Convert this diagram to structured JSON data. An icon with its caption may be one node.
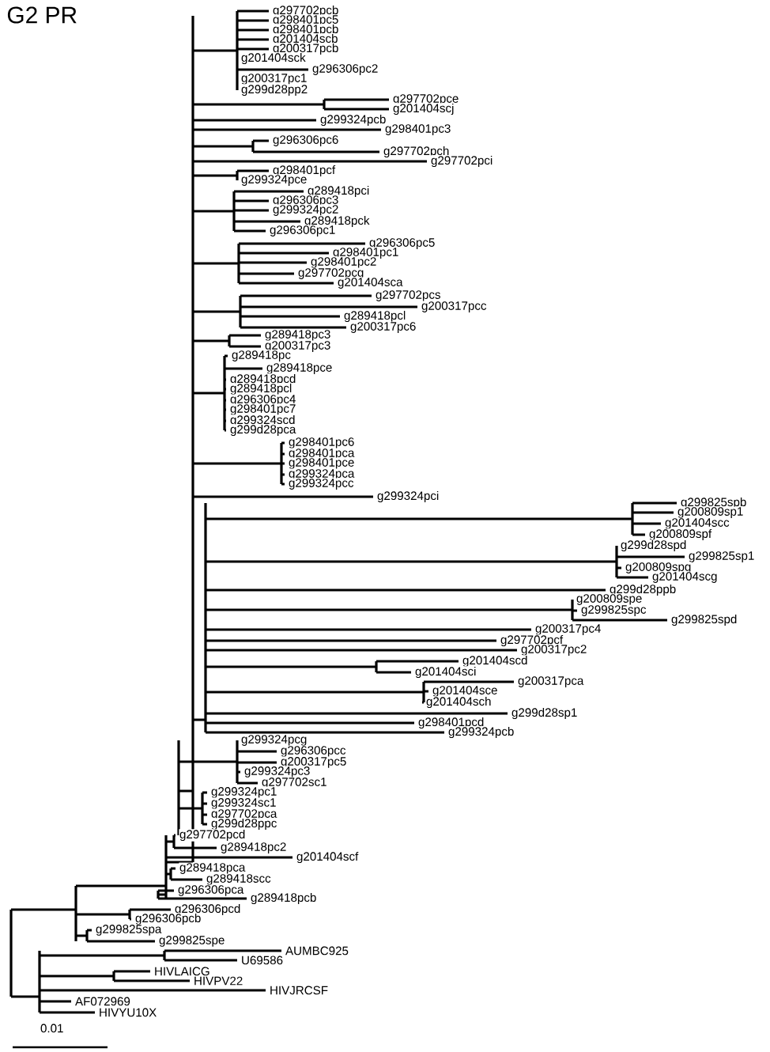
{
  "diagram": {
    "title": "G2 PR",
    "labels": [
      "g297702pcb",
      "g298401pc5",
      "g298401pcb",
      "g201404scb",
      "g200317pcb",
      "g201404sck",
      "g296306pc2",
      "g200317pc1",
      "g299d28pp2",
      "g297702pce",
      "g201404scj",
      "g299324pcb",
      "g298401pc3",
      "g296306pc6",
      "g297702pch",
      "g297702pci",
      "g298401pcf",
      "g299324pce",
      "g289418pci",
      "g296306pc3",
      "g299324pc2",
      "g289418pck",
      "g296306pc1",
      "g296306pc5",
      "g298401pc1",
      "g298401pc2",
      "g297702pcg",
      "g201404sca",
      "g297702pcs",
      "g200317pcc",
      "g289418pcl",
      "g200317pc6",
      "g289418pc3",
      "g200317pc3",
      "g289418pc",
      "g289418pce",
      "g289418pcd",
      "g289418pcl",
      "g296306pc4",
      "g298401pc7",
      "g299324scd",
      "g299d28pca",
      "g298401pc6",
      "g298401pca",
      "g298401pce",
      "g299324pca",
      "g299324pcc",
      "g299324pci",
      "g299825spb",
      "g200809sp1",
      "g201404scc",
      "g200809spf",
      "g299d28spd",
      "g299825sp1",
      "g200809spg",
      "g201404scg",
      "g299d28ppb",
      "g200809spe",
      "g299825spc",
      "g299825spd",
      "g200317pc4",
      "g297702pcf",
      "g200317pc2",
      "g201404scd",
      "g201404sci",
      "g200317pca",
      "g201404sce",
      "g201404sch",
      "g299d28sp1",
      "g298401pcd",
      "g299324pcb",
      "g299324pcg",
      "g296306pcc",
      "g200317pc5",
      "g299324pc3",
      "g297702sc1",
      "g299324pc1",
      "g299324sc1",
      "g297702pca",
      "g299d28ppc",
      "g297702pcd",
      "g289418pc2",
      "g201404scf",
      "g289418pca",
      "g289418scc",
      "g296306pca",
      "g289418pcb",
      "g296306pcd",
      "g296306pcb",
      "g299825spa",
      "g299825spe",
      "AUMBC925",
      "U69586",
      "HIVLAICG",
      "HIVPV22",
      "HIVJRCSF",
      "AF072969",
      "HIVYU10X",
      "0.01"
    ]
  }
}
